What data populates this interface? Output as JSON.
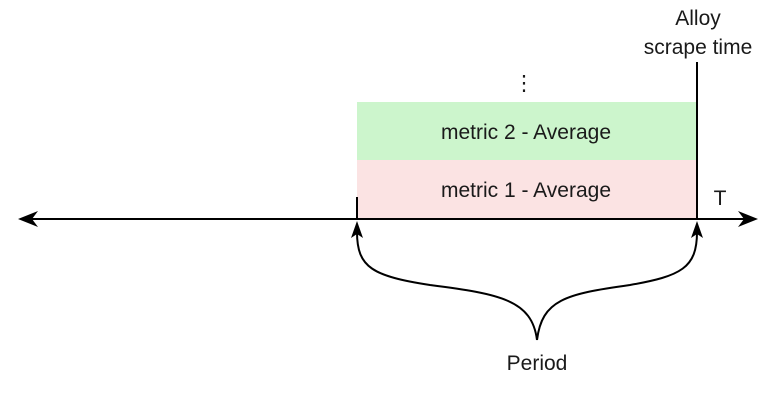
{
  "diagram": {
    "scrape_label_line1": "Alloy",
    "scrape_label_line2": "scrape time",
    "ellipsis": "⋮",
    "metric2_label": "metric 2 - Average",
    "metric1_label": "metric 1 - Average",
    "axis_label": "T",
    "period_label": "Period"
  },
  "colors": {
    "metric2_fill": "#ccf5cc",
    "metric1_fill": "#fbe3e3",
    "line": "#000000"
  }
}
